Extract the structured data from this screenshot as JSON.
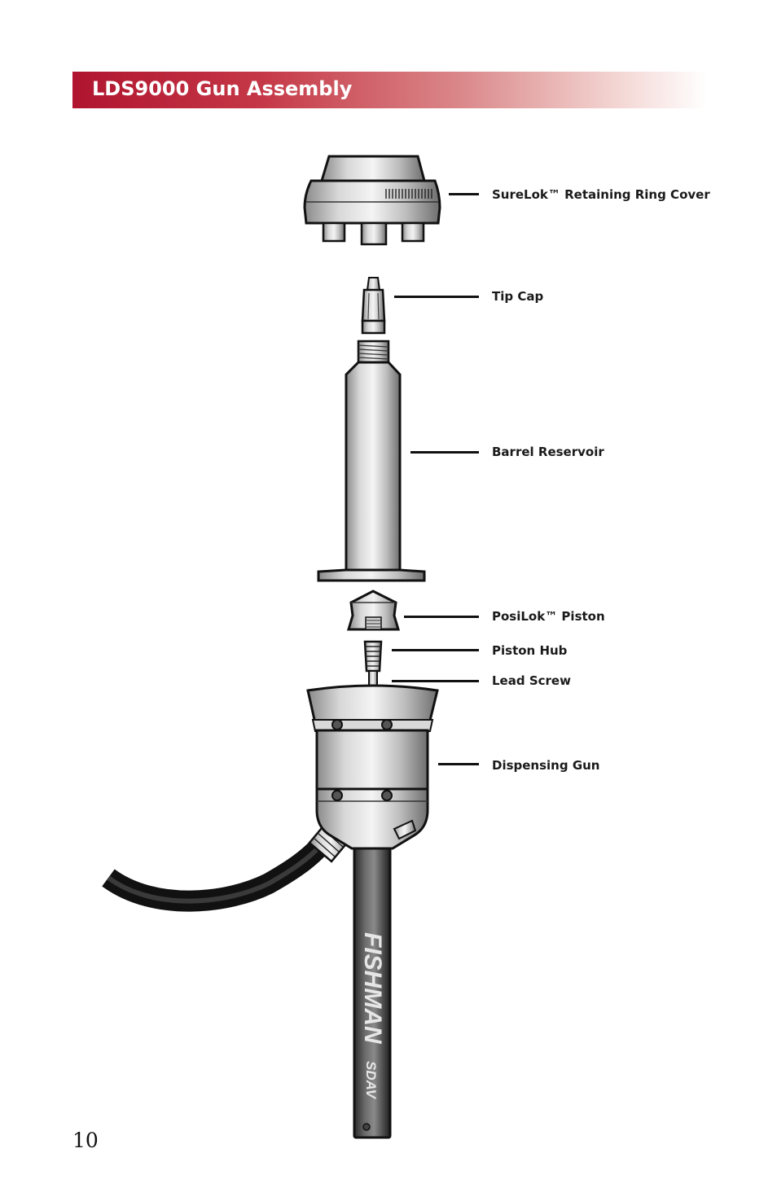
{
  "header": {
    "title": "LDS9000 Gun Assembly"
  },
  "parts": [
    {
      "id": "surelok-cover",
      "label": "SureLok™ Retaining Ring Cover"
    },
    {
      "id": "tip-cap",
      "label": "Tip Cap"
    },
    {
      "id": "barrel-reservoir",
      "label": "Barrel Reservoir"
    },
    {
      "id": "posilok-piston",
      "label": "PosiLok™ Piston"
    },
    {
      "id": "piston-hub",
      "label": "Piston Hub"
    },
    {
      "id": "lead-screw",
      "label": "Lead Screw"
    },
    {
      "id": "dispensing-gun",
      "label": "Dispensing Gun"
    }
  ],
  "handle_branding": {
    "brand": "FISHMAN",
    "model": "SDAV"
  },
  "colors": {
    "header_red": "#b0142f",
    "metal_light": "#e2e2e2",
    "metal_dark": "#7a7a7a",
    "outline": "#111111"
  },
  "page": {
    "number": "10"
  }
}
